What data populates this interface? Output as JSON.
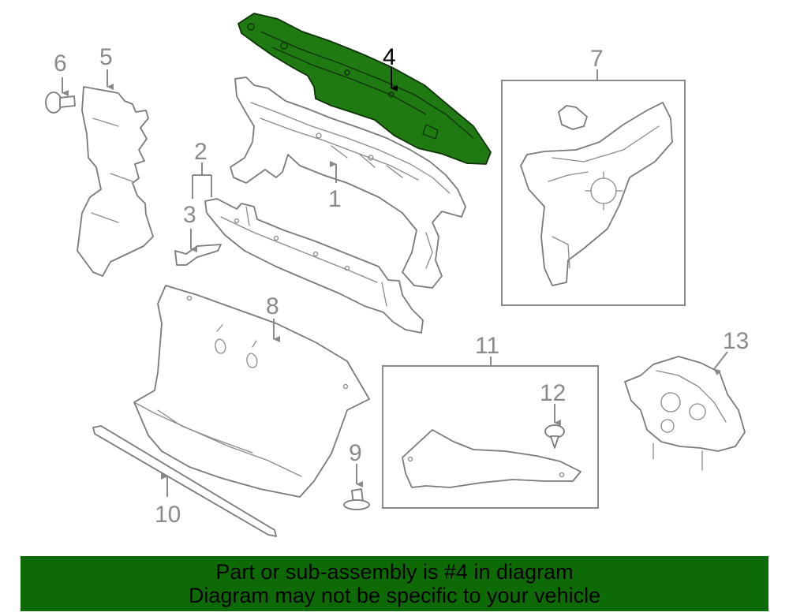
{
  "callouts": {
    "c1": "1",
    "c2": "2",
    "c3": "3",
    "c4": "4",
    "c5": "5",
    "c6": "6",
    "c7": "7",
    "c8": "8",
    "c9": "9",
    "c10": "10",
    "c11": "11",
    "c12": "12",
    "c13": "13"
  },
  "highlight": {
    "part_number": "4",
    "color": "#1f7a12"
  },
  "banner": {
    "line1": "Part or sub-assembly is #4 in diagram",
    "line2": "Diagram may not be specific to your vehicle",
    "background": "#0e6a05"
  }
}
